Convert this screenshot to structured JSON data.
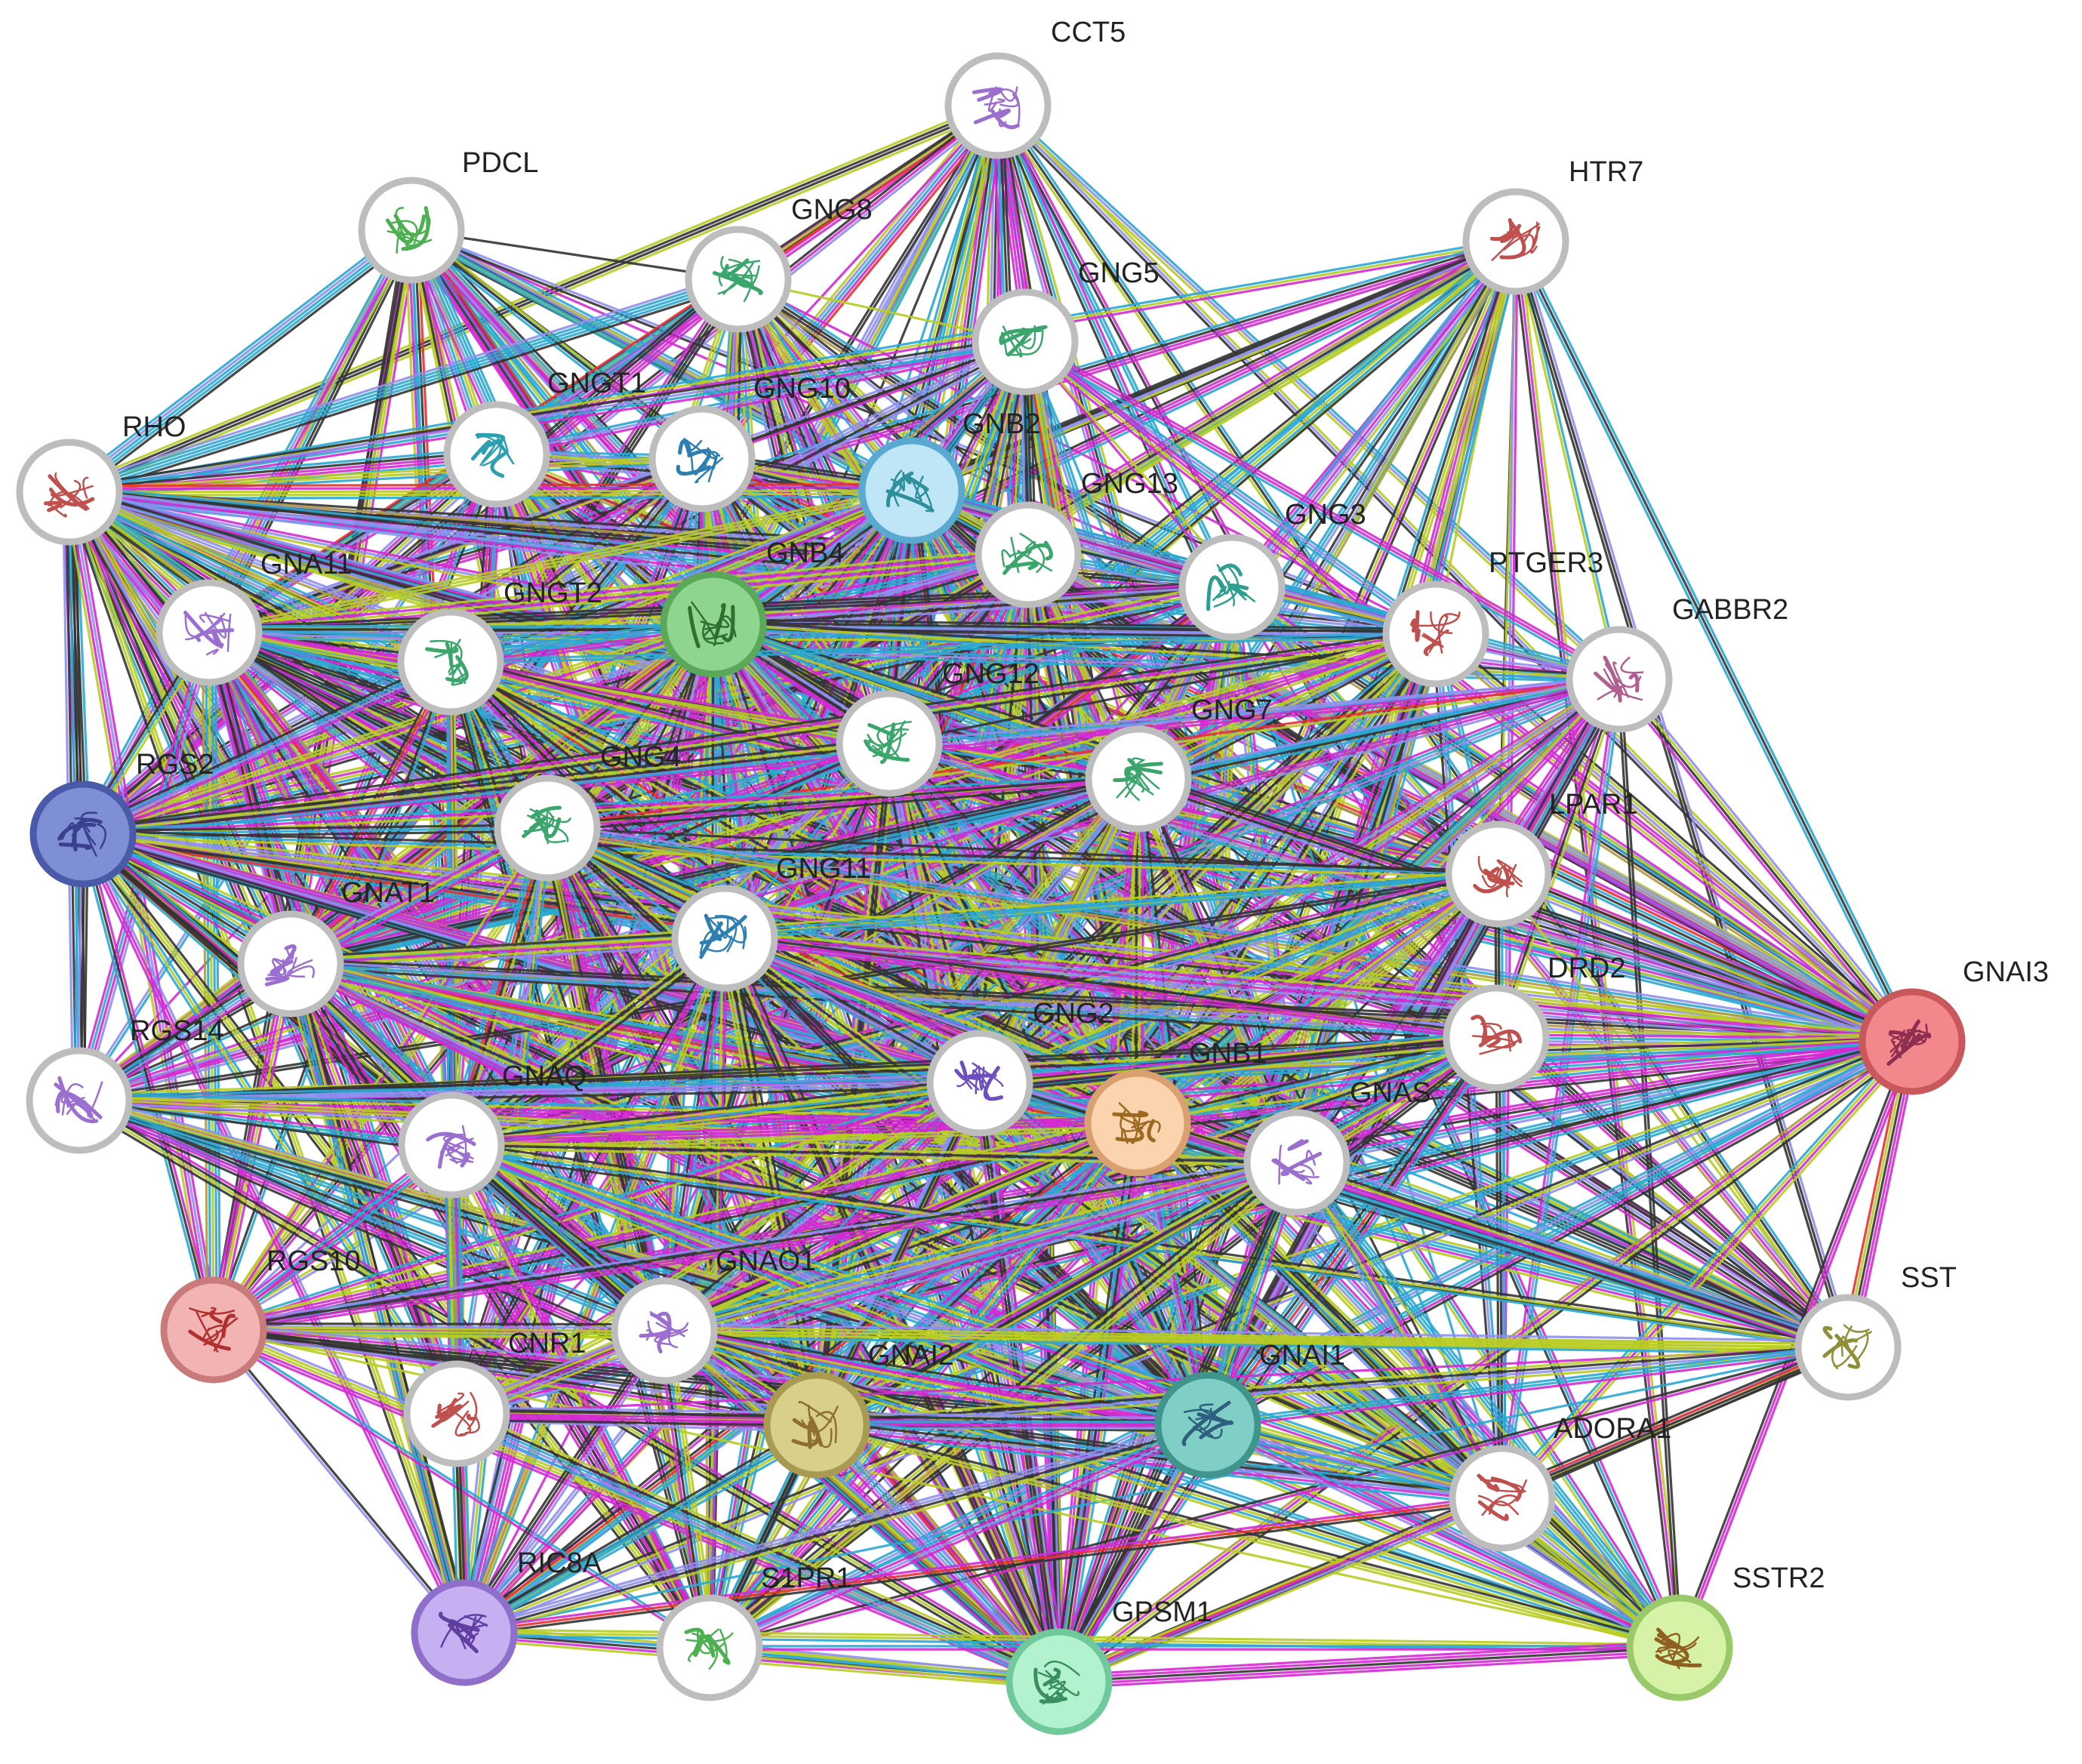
{
  "nodes": [
    {
      "id": "CCT5",
      "label": "CCT5",
      "fill": "#ffffff",
      "ring": "#bdbdbd",
      "structure_color": "#9b6fd0"
    },
    {
      "id": "PDCL",
      "label": "PDCL",
      "fill": "#ffffff",
      "ring": "#bdbdbd",
      "structure_color": "#4caf50"
    },
    {
      "id": "GNG8",
      "label": "GNG8",
      "fill": "#ffffff",
      "ring": "#bdbdbd",
      "structure_color": "#3aa66b"
    },
    {
      "id": "HTR7",
      "label": "HTR7",
      "fill": "#ffffff",
      "ring": "#bdbdbd",
      "structure_color": "#c0504d"
    },
    {
      "id": "GNG5",
      "label": "GNG5",
      "fill": "#ffffff",
      "ring": "#bdbdbd",
      "structure_color": "#3aa66b"
    },
    {
      "id": "GNGT1",
      "label": "GNGT1",
      "fill": "#ffffff",
      "ring": "#bdbdbd",
      "structure_color": "#2c9fb0"
    },
    {
      "id": "GNG10",
      "label": "GNG10",
      "fill": "#ffffff",
      "ring": "#bdbdbd",
      "structure_color": "#2c7fb0"
    },
    {
      "id": "RHO",
      "label": "RHO",
      "fill": "#ffffff",
      "ring": "#bdbdbd",
      "structure_color": "#c0504d"
    },
    {
      "id": "GNB2",
      "label": "GNB2",
      "fill": "#bfe6f7",
      "ring": "#5aa9d1",
      "structure_color": "#2f8f9a"
    },
    {
      "id": "GNG13",
      "label": "GNG13",
      "fill": "#ffffff",
      "ring": "#bdbdbd",
      "structure_color": "#3aa66b"
    },
    {
      "id": "GNG3",
      "label": "GNG3",
      "fill": "#ffffff",
      "ring": "#bdbdbd",
      "structure_color": "#2c9f8f"
    },
    {
      "id": "GNA11",
      "label": "GNA11",
      "fill": "#ffffff",
      "ring": "#bdbdbd",
      "structure_color": "#9b6fd0"
    },
    {
      "id": "GNB4",
      "label": "GNB4",
      "fill": "#8fd48f",
      "ring": "#5aa85a",
      "structure_color": "#2f6f2f"
    },
    {
      "id": "GNGT2",
      "label": "GNGT2",
      "fill": "#ffffff",
      "ring": "#bdbdbd",
      "structure_color": "#3aa66b"
    },
    {
      "id": "PTGER3",
      "label": "PTGER3",
      "fill": "#ffffff",
      "ring": "#bdbdbd",
      "structure_color": "#c0504d"
    },
    {
      "id": "GABBR2",
      "label": "GABBR2",
      "fill": "#ffffff",
      "ring": "#bdbdbd",
      "structure_color": "#b06090"
    },
    {
      "id": "GNG12",
      "label": "GNG12",
      "fill": "#ffffff",
      "ring": "#bdbdbd",
      "structure_color": "#3aa66b"
    },
    {
      "id": "GNG7",
      "label": "GNG7",
      "fill": "#ffffff",
      "ring": "#bdbdbd",
      "structure_color": "#3aa66b"
    },
    {
      "id": "RGS2",
      "label": "RGS2",
      "fill": "#7f8fd6",
      "ring": "#4a5aa8",
      "structure_color": "#3a3f8f"
    },
    {
      "id": "GNG4",
      "label": "GNG4",
      "fill": "#ffffff",
      "ring": "#bdbdbd",
      "structure_color": "#3aa66b"
    },
    {
      "id": "LPAR1",
      "label": "LPAR1",
      "fill": "#ffffff",
      "ring": "#bdbdbd",
      "structure_color": "#c0504d"
    },
    {
      "id": "GNAT1",
      "label": "GNAT1",
      "fill": "#ffffff",
      "ring": "#bdbdbd",
      "structure_color": "#9b6fd0"
    },
    {
      "id": "GNG11",
      "label": "GNG11",
      "fill": "#ffffff",
      "ring": "#bdbdbd",
      "structure_color": "#2c7fb0"
    },
    {
      "id": "GNAI3",
      "label": "GNAI3",
      "fill": "#f2888b",
      "ring": "#c9585c",
      "structure_color": "#8f2f4f"
    },
    {
      "id": "DRD2",
      "label": "DRD2",
      "fill": "#ffffff",
      "ring": "#bdbdbd",
      "structure_color": "#c0504d"
    },
    {
      "id": "RGS14",
      "label": "RGS14",
      "fill": "#ffffff",
      "ring": "#bdbdbd",
      "structure_color": "#9b6fd0"
    },
    {
      "id": "GNG2",
      "label": "GNG2",
      "fill": "#ffffff",
      "ring": "#bdbdbd",
      "structure_color": "#6f4fc0"
    },
    {
      "id": "GNB1",
      "label": "GNB1",
      "fill": "#fbd3ad",
      "ring": "#d9a070",
      "structure_color": "#9a6a20"
    },
    {
      "id": "GNAQ",
      "label": "GNAQ",
      "fill": "#ffffff",
      "ring": "#bdbdbd",
      "structure_color": "#9b6fd0"
    },
    {
      "id": "GNAS",
      "label": "GNAS",
      "fill": "#ffffff",
      "ring": "#bdbdbd",
      "structure_color": "#9b6fd0"
    },
    {
      "id": "RGS10",
      "label": "RGS10",
      "fill": "#f2b3b3",
      "ring": "#c97a7a",
      "structure_color": "#b03030"
    },
    {
      "id": "GNAO1",
      "label": "GNAO1",
      "fill": "#ffffff",
      "ring": "#bdbdbd",
      "structure_color": "#9b6fd0"
    },
    {
      "id": "SST",
      "label": "SST",
      "fill": "#ffffff",
      "ring": "#bdbdbd",
      "structure_color": "#8f8f3a"
    },
    {
      "id": "CNR1",
      "label": "CNR1",
      "fill": "#ffffff",
      "ring": "#bdbdbd",
      "structure_color": "#c0504d"
    },
    {
      "id": "GNAI2",
      "label": "GNAI2",
      "fill": "#d8cf8a",
      "ring": "#a89a50",
      "structure_color": "#8f6f30"
    },
    {
      "id": "GNAI1",
      "label": "GNAI1",
      "fill": "#7fcfc6",
      "ring": "#3f958b",
      "structure_color": "#2f5f7f"
    },
    {
      "id": "ADORA1",
      "label": "ADORA1",
      "fill": "#ffffff",
      "ring": "#bdbdbd",
      "structure_color": "#c0504d"
    },
    {
      "id": "RIC8A",
      "label": "RIC8A",
      "fill": "#c7b0f2",
      "ring": "#8f6fc9",
      "structure_color": "#5f3fa0"
    },
    {
      "id": "S1PR1",
      "label": "S1PR1",
      "fill": "#ffffff",
      "ring": "#bdbdbd",
      "structure_color": "#4caf50"
    },
    {
      "id": "GPSM1",
      "label": "GPSM1",
      "fill": "#b3f2cf",
      "ring": "#6fc99a",
      "structure_color": "#3a8f5f"
    },
    {
      "id": "SSTR2",
      "label": "SSTR2",
      "fill": "#d6f2a6",
      "ring": "#9ac96a",
      "structure_color": "#8f6020"
    }
  ],
  "edge_colors": {
    "black": "#333333",
    "magenta": "#d42ad4",
    "yellow_green": "#b8cc22",
    "cyan": "#2aa8d4",
    "lavender": "#8f8fef",
    "red": "#e83030",
    "olive": "#b09a40"
  }
}
